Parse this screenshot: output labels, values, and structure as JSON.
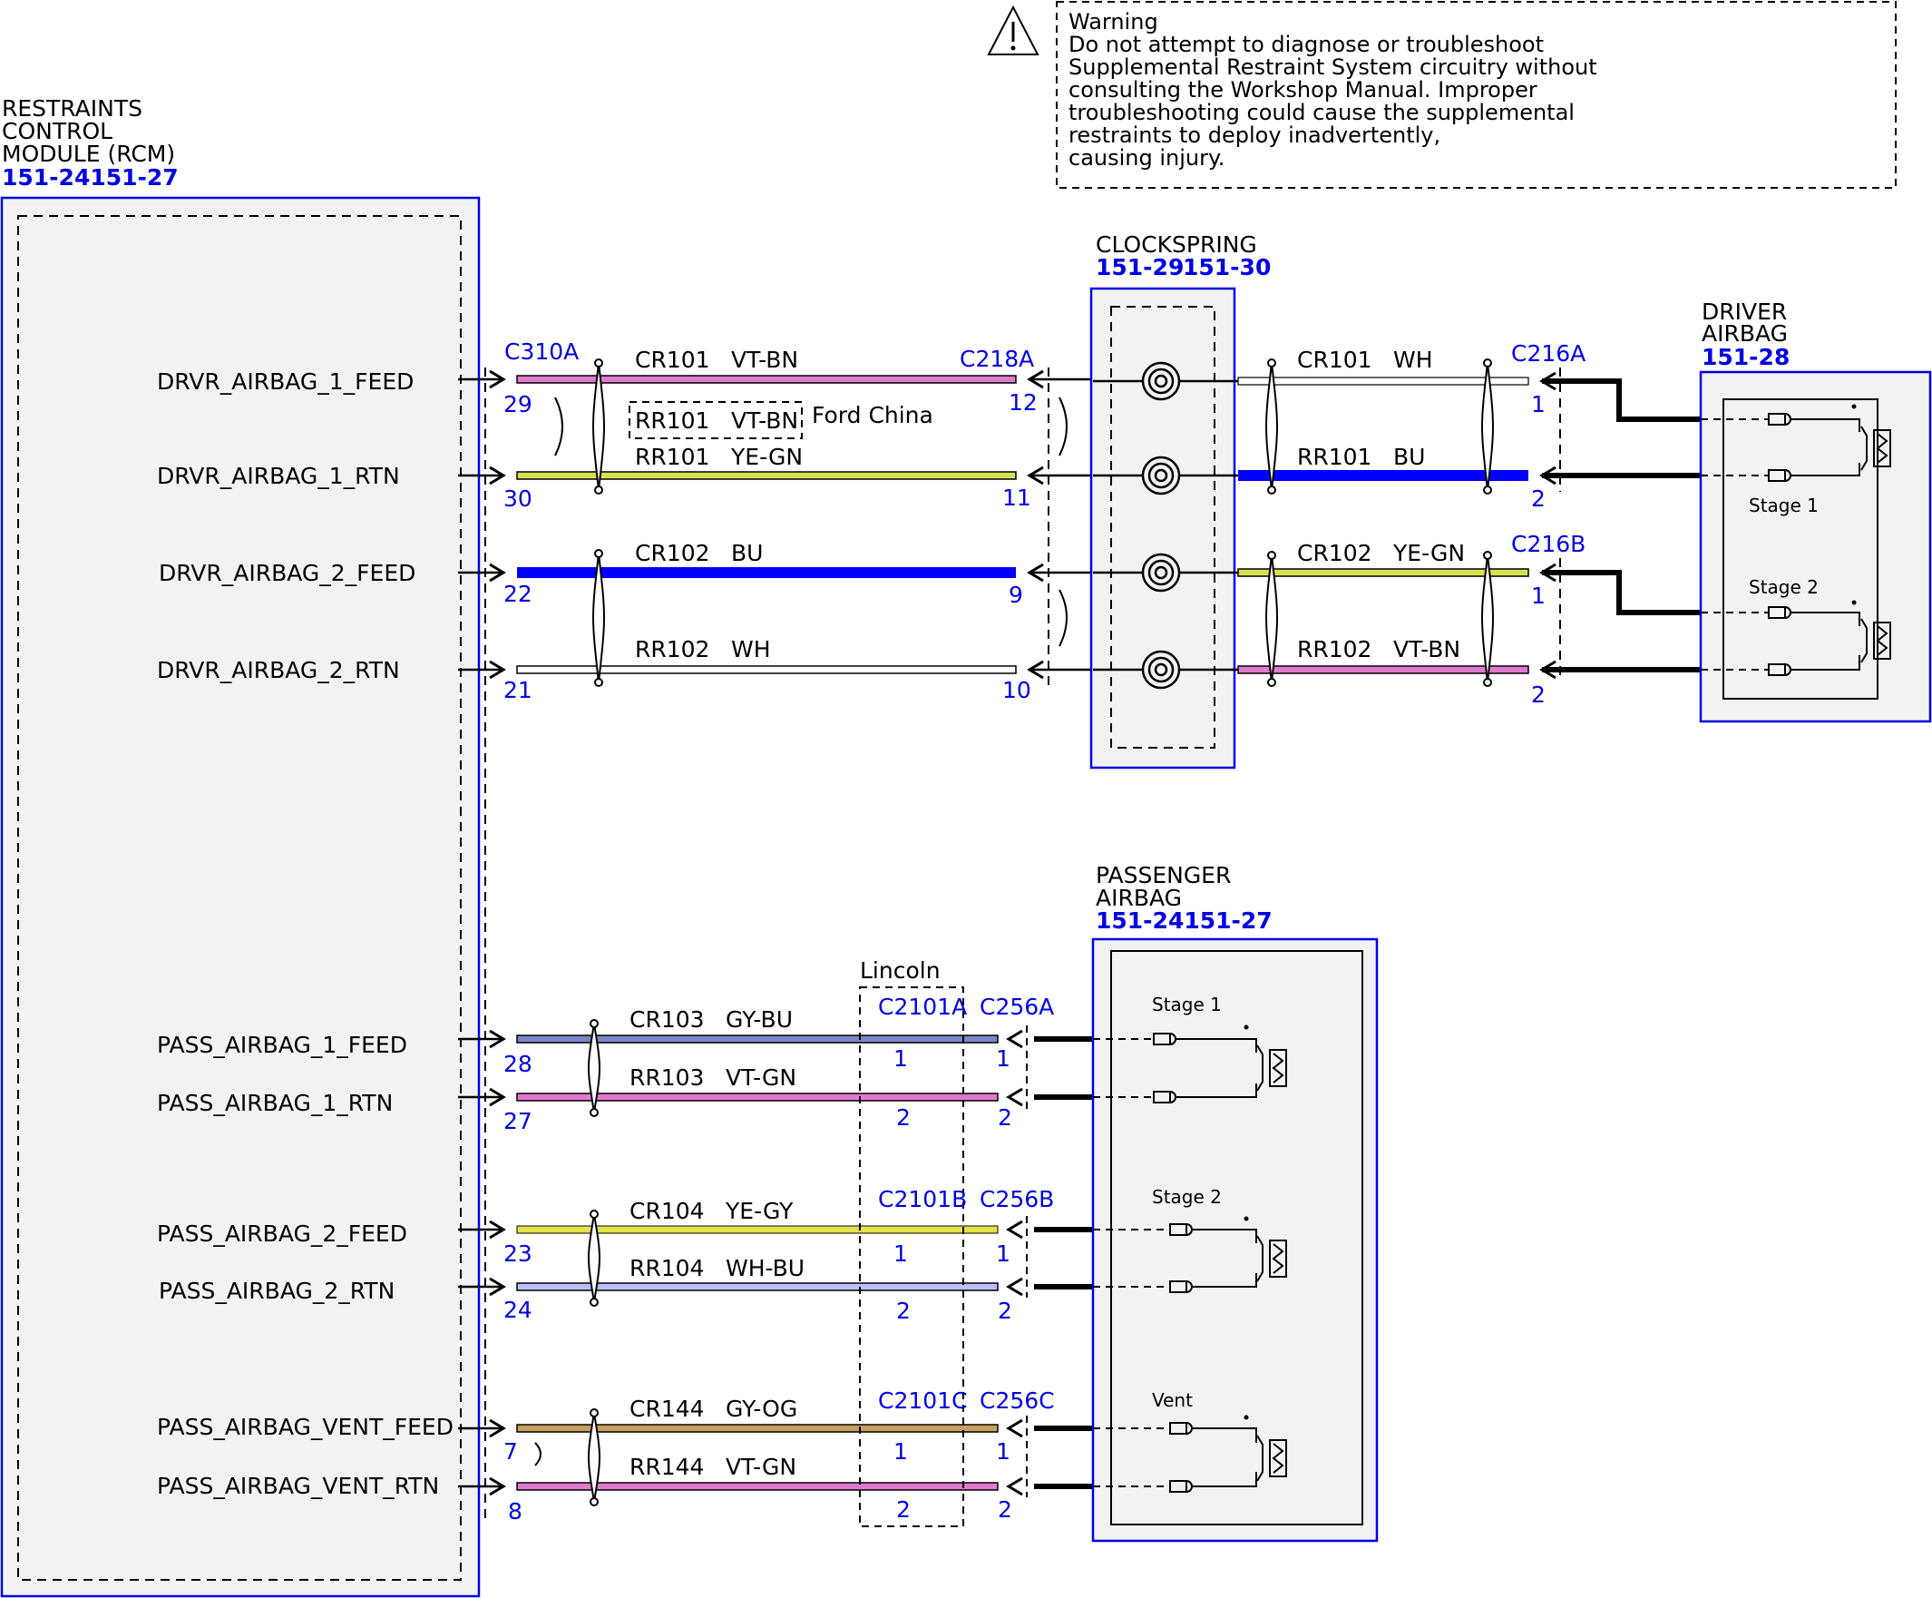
{
  "warning": {
    "lines": [
      "Warning",
      "Do not attempt to diagnose or troubleshoot",
      "Supplemental Restraint System circuitry without",
      "consulting the Workshop Manual. Improper",
      "troubleshooting could cause the supplemental",
      "restraints to deploy inadvertently,",
      "causing injury."
    ]
  },
  "rcm": {
    "title_lines": [
      "RESTRAINTS",
      "CONTROL",
      "MODULE (RCM)"
    ],
    "ref": "151-24151-27"
  },
  "clockspring": {
    "title": "CLOCKSPRING",
    "ref1": "151-29",
    "ref2": "151-30"
  },
  "driver_airbag": {
    "title_lines": [
      "DRIVER",
      "AIRBAG"
    ],
    "ref": "151-28",
    "stage1": "Stage 1",
    "stage2": "Stage 2"
  },
  "passenger_airbag": {
    "title_lines": [
      "PASSENGER",
      "AIRBAG"
    ],
    "ref": "151-24151-27",
    "stage1": "Stage 1",
    "stage2": "Stage 2",
    "vent": "Vent"
  },
  "variants": {
    "ford_china": "Ford China",
    "lincoln": "Lincoln"
  },
  "connectors": {
    "c310a": "C310A",
    "c218a": "C218A",
    "c216a": "C216A",
    "c216b": "C216B",
    "c2101a": "C2101A",
    "c2101b": "C2101B",
    "c2101c": "C2101C",
    "c256a": "C256A",
    "c256b": "C256B",
    "c256c": "C256C"
  },
  "driver_signals": [
    {
      "name": "DRVR_AIRBAG_1_FEED",
      "pin": "29",
      "circuit": "CR101",
      "color": "VT-BN",
      "c218_pin": "12",
      "right_circuit": "CR101",
      "right_color": "WH",
      "c216_pin": "1"
    },
    {
      "name": "DRVR_AIRBAG_1_RTN",
      "pin": "30",
      "circuit": "RR101",
      "color": "YE-GN",
      "c218_pin": "11",
      "right_circuit": "RR101",
      "right_color": "BU",
      "c216_pin": "2"
    },
    {
      "name": "DRVR_AIRBAG_2_FEED",
      "pin": "22",
      "circuit": "CR102",
      "color": "BU",
      "c218_pin": "9",
      "right_circuit": "CR102",
      "right_color": "YE-GN",
      "c216_pin": "1"
    },
    {
      "name": "DRVR_AIRBAG_2_RTN",
      "pin": "21",
      "circuit": "RR102",
      "color": "WH",
      "c218_pin": "10",
      "right_circuit": "RR102",
      "right_color": "VT-BN",
      "c216_pin": "2"
    }
  ],
  "ford_china_alt": {
    "circuit": "RR101",
    "color": "VT-BN"
  },
  "pass_signals": [
    {
      "name": "PASS_AIRBAG_1_FEED",
      "pin": "28",
      "circuit": "CR103",
      "color": "GY-BU",
      "lincoln_pin": "1",
      "c256_pin": "1"
    },
    {
      "name": "PASS_AIRBAG_1_RTN",
      "pin": "27",
      "circuit": "RR103",
      "color": "VT-GN",
      "lincoln_pin": "2",
      "c256_pin": "2"
    },
    {
      "name": "PASS_AIRBAG_2_FEED",
      "pin": "23",
      "circuit": "CR104",
      "color": "YE-GY",
      "lincoln_pin": "1",
      "c256_pin": "1"
    },
    {
      "name": "PASS_AIRBAG_2_RTN",
      "pin": "24",
      "circuit": "RR104",
      "color": "WH-BU",
      "lincoln_pin": "2",
      "c256_pin": "2"
    },
    {
      "name": "PASS_AIRBAG_VENT_FEED",
      "pin": "7",
      "circuit": "CR144",
      "color": "GY-OG",
      "lincoln_pin": "1",
      "c256_pin": "1"
    },
    {
      "name": "PASS_AIRBAG_VENT_RTN",
      "pin": "8",
      "circuit": "RR144",
      "color": "VT-GN",
      "lincoln_pin": "2",
      "c256_pin": "2"
    }
  ],
  "wire_colors": {
    "violet_pink": "#e07ad0",
    "yellow_green": "#d8e050",
    "blue": "#0000ff",
    "white": "#ffffff",
    "gray_blue": "#7a86c8",
    "yellow_gray": "#e6e24a",
    "white_blue": "#b8c0ff",
    "gray_orange": "#c8a060",
    "link_blue": "#0000e0",
    "module_fill": "#f2f2f2"
  },
  "icons": {
    "warning": "warning-triangle-icon",
    "clockspring_coil": "coil-icon",
    "squib": "squib-icon"
  }
}
